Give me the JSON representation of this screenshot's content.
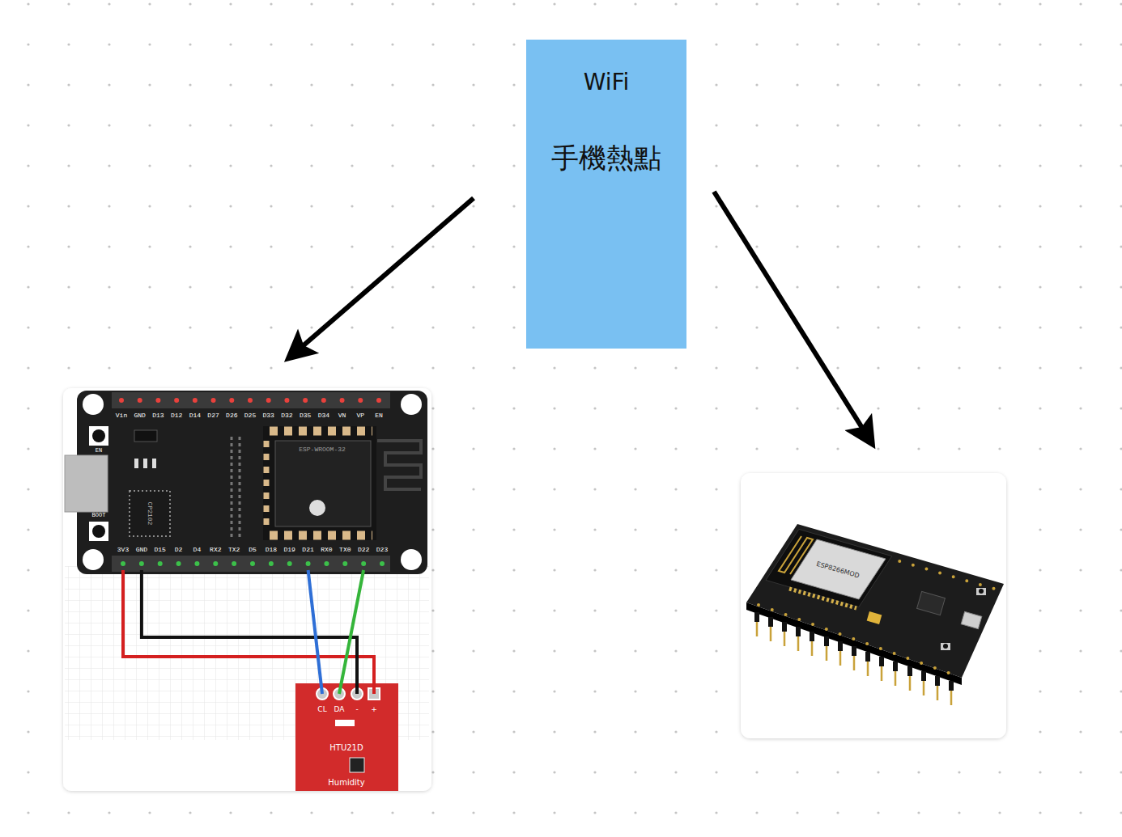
{
  "diagram": {
    "nodes": [
      {
        "text": [
          "WiFi",
          "手機熱點"
        ]
      },
      {
        "text": [
          "ESP-WROOM-32"
        ]
      },
      {
        "text": [
          "ESP8266MOD"
        ]
      }
    ],
    "edges": [
      {
        "from": 0,
        "to": 1,
        "arrow": "to"
      },
      {
        "from": 0,
        "to": 2,
        "arrow": "to"
      }
    ],
    "labels": [
      "Vin",
      "GND",
      "D13",
      "D12",
      "D14",
      "D27",
      "D26",
      "D25",
      "D33",
      "D32",
      "D35",
      "D34",
      "VN",
      "VP",
      "EN",
      "3V3",
      "GND",
      "D15",
      "D2",
      "D4",
      "RX2",
      "TX2",
      "D5",
      "D18",
      "D19",
      "D21",
      "RX0",
      "TX0",
      "D22",
      "D23",
      "EN",
      "BOOT",
      "CP2102",
      "CL",
      "DA",
      "-",
      "+",
      "HTU21D",
      "Humidity"
    ]
  }
}
